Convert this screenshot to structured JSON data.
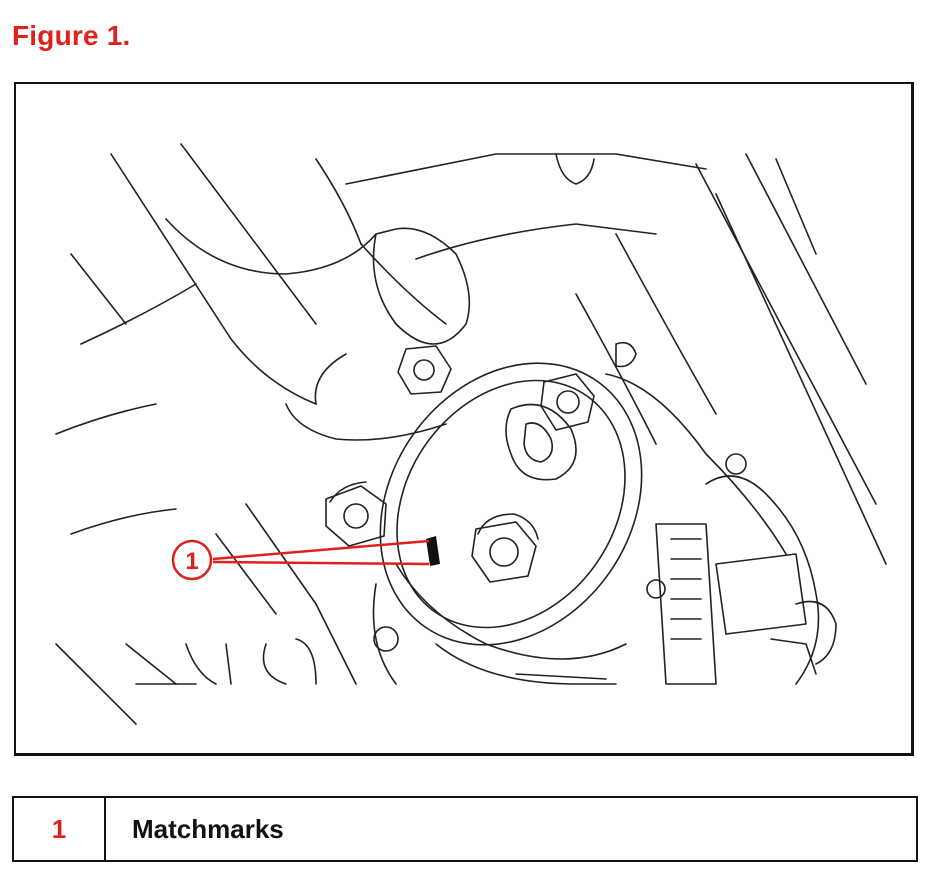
{
  "figure": {
    "title": "Figure 1."
  },
  "callout": {
    "number": "1"
  },
  "legend": {
    "rows": [
      {
        "number": "1",
        "description": "Matchmarks"
      }
    ]
  },
  "colors": {
    "accent": "#e0201c",
    "line": "#111111"
  }
}
